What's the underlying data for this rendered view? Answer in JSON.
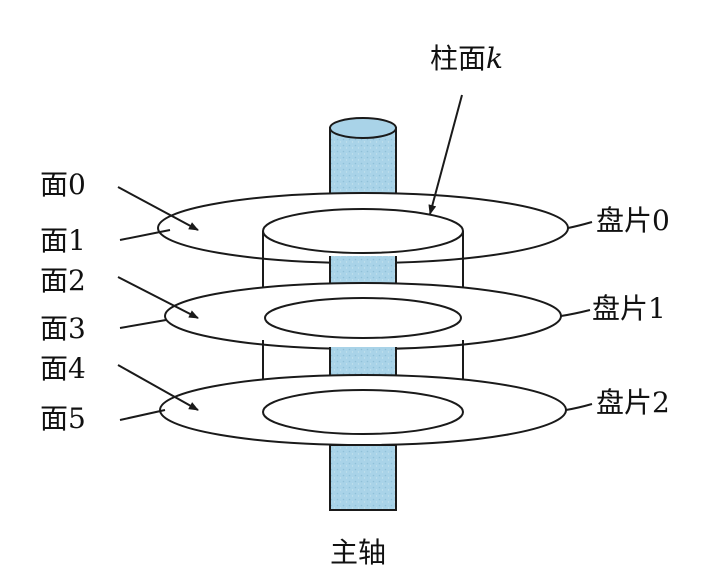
{
  "labels": {
    "cylinder": {
      "prefix": "柱面",
      "var": "k"
    },
    "surfaces": [
      "面0",
      "面1",
      "面2",
      "面3",
      "面4",
      "面5"
    ],
    "platters": [
      "盘片0",
      "盘片1",
      "盘片2"
    ],
    "spindle": "主轴"
  },
  "colors": {
    "spindle_fill": "#a9d3e8",
    "stroke": "#1a1a1a",
    "background": "#ffffff"
  }
}
